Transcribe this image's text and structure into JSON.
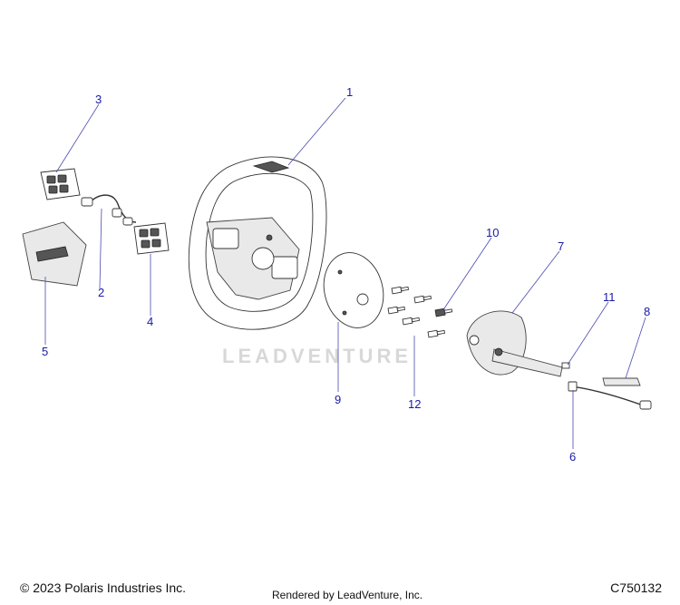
{
  "watermark": "LEADVENTURE",
  "callouts": [
    "1",
    "2",
    "3",
    "4",
    "5",
    "6",
    "7",
    "8",
    "9",
    "10",
    "11",
    "12"
  ],
  "footer": {
    "copyright": "© 2023 Polaris Industries Inc.",
    "rendered_by": "Rendered by LeadVenture, Inc.",
    "diagram_code": "C750132"
  }
}
